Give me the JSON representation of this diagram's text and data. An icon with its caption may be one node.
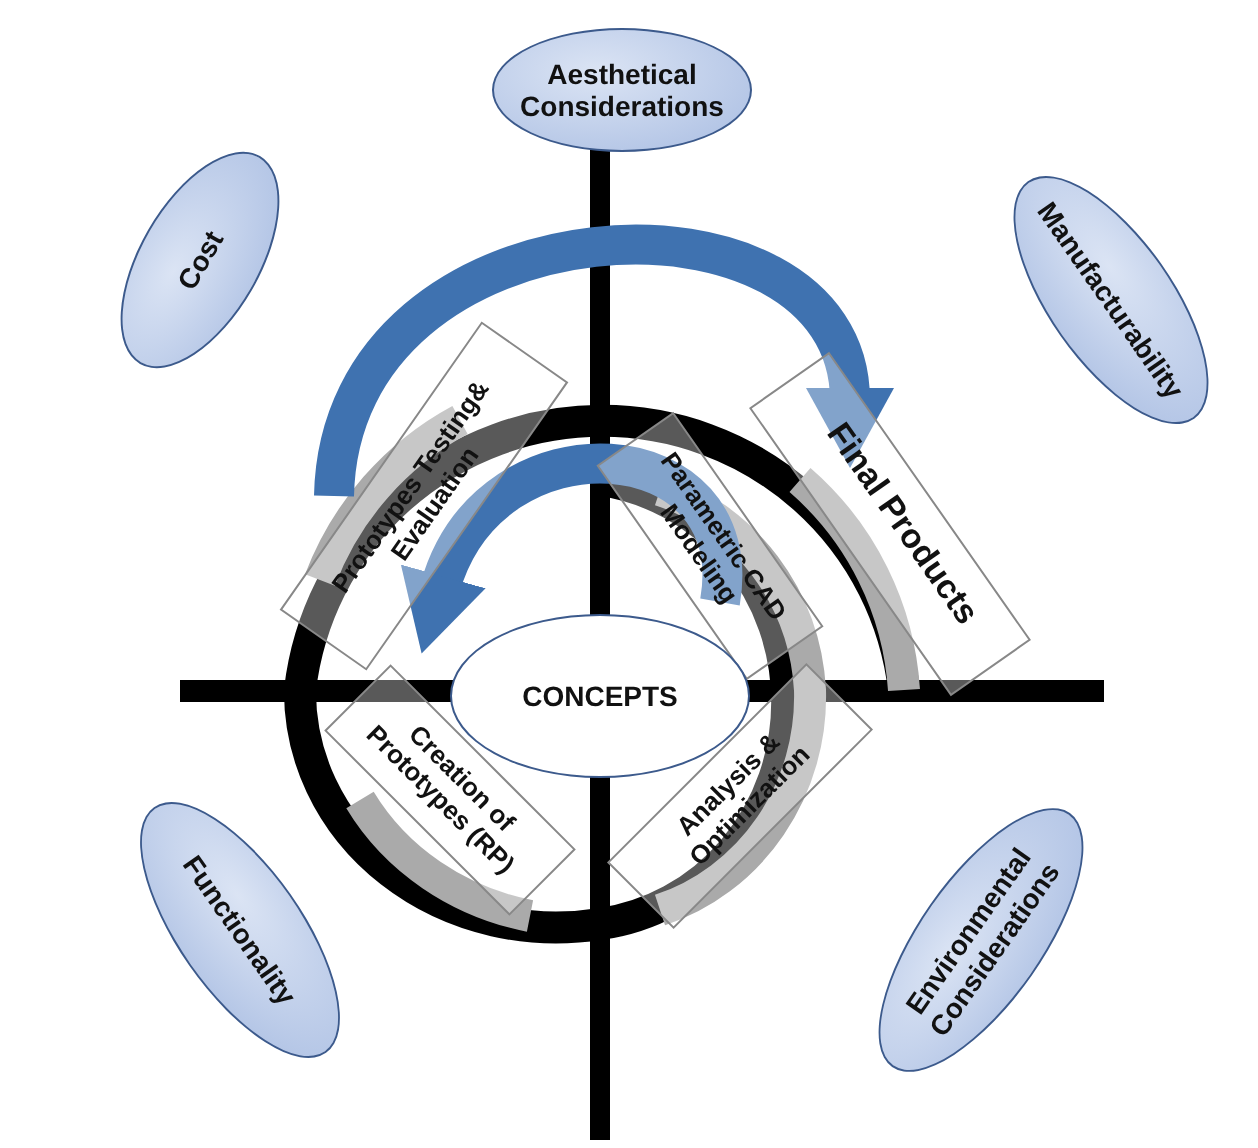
{
  "diagram": {
    "nodes": [
      {
        "text": [
          "Aesthetical Considerations"
        ]
      },
      {
        "text": [
          "Cost"
        ]
      },
      {
        "text": [
          "Manufacturability"
        ]
      },
      {
        "text": [
          "CONCEPTS"
        ]
      },
      {
        "text": [
          "Prototypes Testing& Evaluation"
        ]
      },
      {
        "text": [
          "Final Products"
        ]
      },
      {
        "text": [
          "Parametric CAD Modeling"
        ]
      },
      {
        "text": [
          "Creation of Prototypes (RP)"
        ]
      },
      {
        "text": [
          "Analysis & Optimization"
        ]
      },
      {
        "text": [
          "Functionality"
        ]
      },
      {
        "text": [
          "Environmental Considerations"
        ]
      }
    ],
    "edges": [
      {
        "from": 4,
        "to": 5,
        "arrow": "to"
      },
      {
        "from": 6,
        "to": 4,
        "arrow": "to"
      }
    ]
  }
}
